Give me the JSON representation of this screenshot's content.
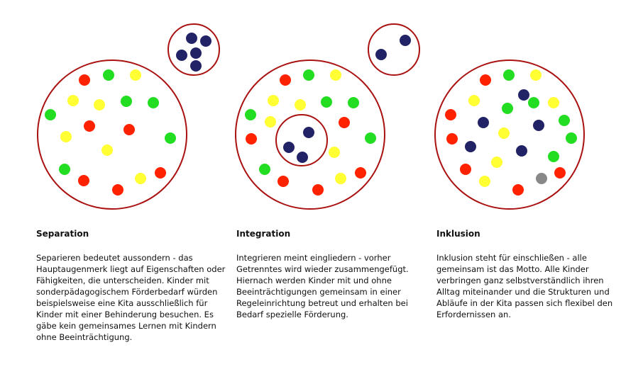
{
  "colors": {
    "ring": "#aa1111",
    "red": "#ff2200",
    "green": "#22dd22",
    "yellow": "#ffff33",
    "navy": "#222266"
  },
  "diagrams": [
    {
      "id": "separation",
      "big_circle_dots": [
        "red",
        "green",
        "yellow",
        "yellow",
        "yellow",
        "green",
        "green",
        "green",
        "red",
        "red",
        "yellow",
        "green",
        "yellow",
        "green",
        "red",
        "yellow",
        "red",
        "red"
      ],
      "small_circle": "outside",
      "small_circle_dots": [
        "navy",
        "navy",
        "navy",
        "navy",
        "navy"
      ]
    },
    {
      "id": "integration",
      "big_circle_dots": [
        "red",
        "green",
        "yellow",
        "yellow",
        "yellow",
        "green",
        "green",
        "green",
        "yellow",
        "red",
        "red",
        "green",
        "yellow",
        "green",
        "red",
        "red",
        "red",
        "yellow"
      ],
      "small_circle": "inside",
      "small_circle_dots": [
        "navy",
        "navy",
        "navy"
      ],
      "outside_circle_dots": [
        "navy",
        "navy"
      ]
    },
    {
      "id": "inclusion",
      "big_circle_dots": [
        "red",
        "green",
        "yellow",
        "navy",
        "yellow",
        "green",
        "green",
        "yellow",
        "red",
        "navy",
        "navy",
        "green",
        "yellow",
        "red",
        "green",
        "navy",
        "navy",
        "green",
        "red",
        "yellow",
        "red",
        "red",
        "yellow"
      ]
    }
  ],
  "panels": [
    {
      "title": "Separation",
      "text": "Separieren bedeutet aussondern - das Hauptaugenmerk liegt auf Eigenschaften oder Fähigkeiten, die unterscheiden. Kinder mit sonderpädagogischem Förderbedarf würden beispielsweise eine Kita ausschließlich für Kinder mit einer Behinderung besuchen. Es gäbe kein gemeinsames Lernen mit Kindern ohne Beeinträchtigung."
    },
    {
      "title": "Integration",
      "text": "Integrieren meint eingliedern - vorher Getrenntes wird wieder zusammengefügt. Hiernach werden Kinder mit und ohne Beeinträchtigungen gemeinsam in einer Regeleinrichtung betreut und erhalten bei Bedarf spezielle Förderung."
    },
    {
      "title": "Inklusion",
      "text": "Inklusion steht für einschließen - alle gemeinsam ist das Motto. Alle Kinder verbringen ganz selbstverständlich ihren Alltag miteinander und die Strukturen und Abläufe in der Kita passen sich flexibel den Erfordernissen an."
    }
  ]
}
